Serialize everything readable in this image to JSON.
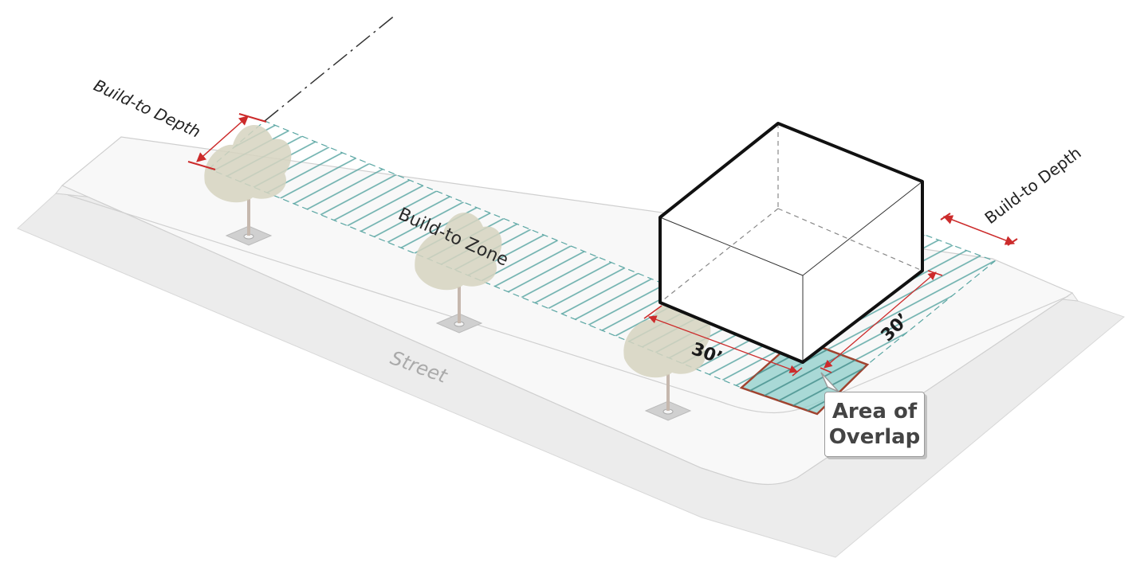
{
  "diagram": {
    "labels": {
      "build_to_depth_left": "Build-to Depth",
      "build_to_depth_right": "Build-to Depth",
      "build_to_zone": "Build-to Zone",
      "street": "Street",
      "dim_front": "30’",
      "dim_side": "30’"
    },
    "callout": {
      "line1": "Area of",
      "line2": "Overlap"
    },
    "colors": {
      "zone_hatch": "#5aa6a3",
      "overlap_fill": "#8fcfcb",
      "overlap_outline": "#a0432f",
      "dimension": "#cc2b2b",
      "building_outline": "#111111",
      "road": "#ececec",
      "sidewalk": "#f7f7f7",
      "tree": "#d6d4c0"
    },
    "icons": [
      "tree-icon",
      "tree-icon",
      "tree-icon"
    ]
  }
}
